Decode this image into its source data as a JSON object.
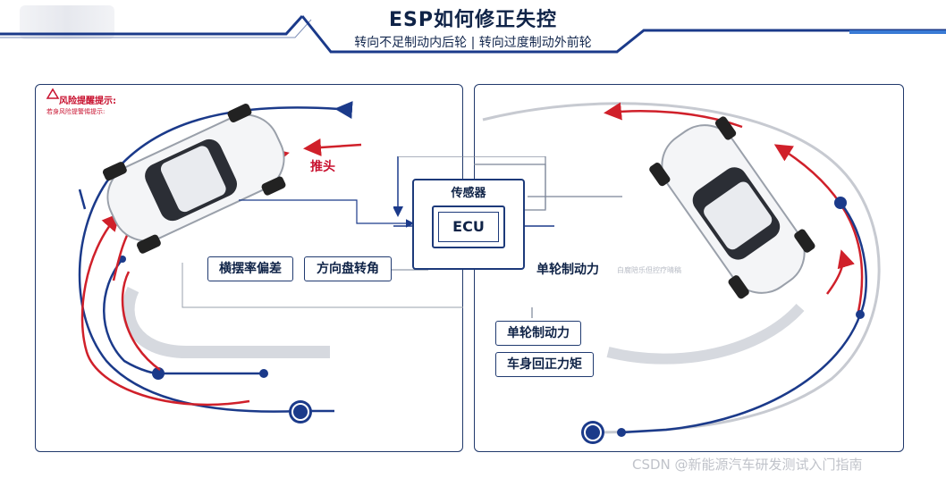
{
  "header": {
    "title": "ESP如何修正失控",
    "subtitle": "转向不足制动内后轮 | 转向过度制动外前轮"
  },
  "left_panel": {
    "warning_title": "风险提醒提示:",
    "warning_subtitle": "若身风险提警惕提示:",
    "push_head_label": "推头",
    "inputs": [
      "横摆率偏差",
      "方向盘转角"
    ]
  },
  "center": {
    "sensor_label": "传感器",
    "ecu_label": "ECU"
  },
  "right_panel": {
    "single_brake_label": "单轮制动力",
    "faded_note": "白腐陪乐但控疗晴稿",
    "outputs": [
      "单轮制动力",
      "车身回正力矩"
    ]
  },
  "watermark": "CSDN @新能源汽车研发测试入门指南",
  "colors": {
    "navy": "#1b3a8a",
    "red": "#d0202a",
    "gray_path": "#c7cad1",
    "dark_text": "#0f2347"
  }
}
